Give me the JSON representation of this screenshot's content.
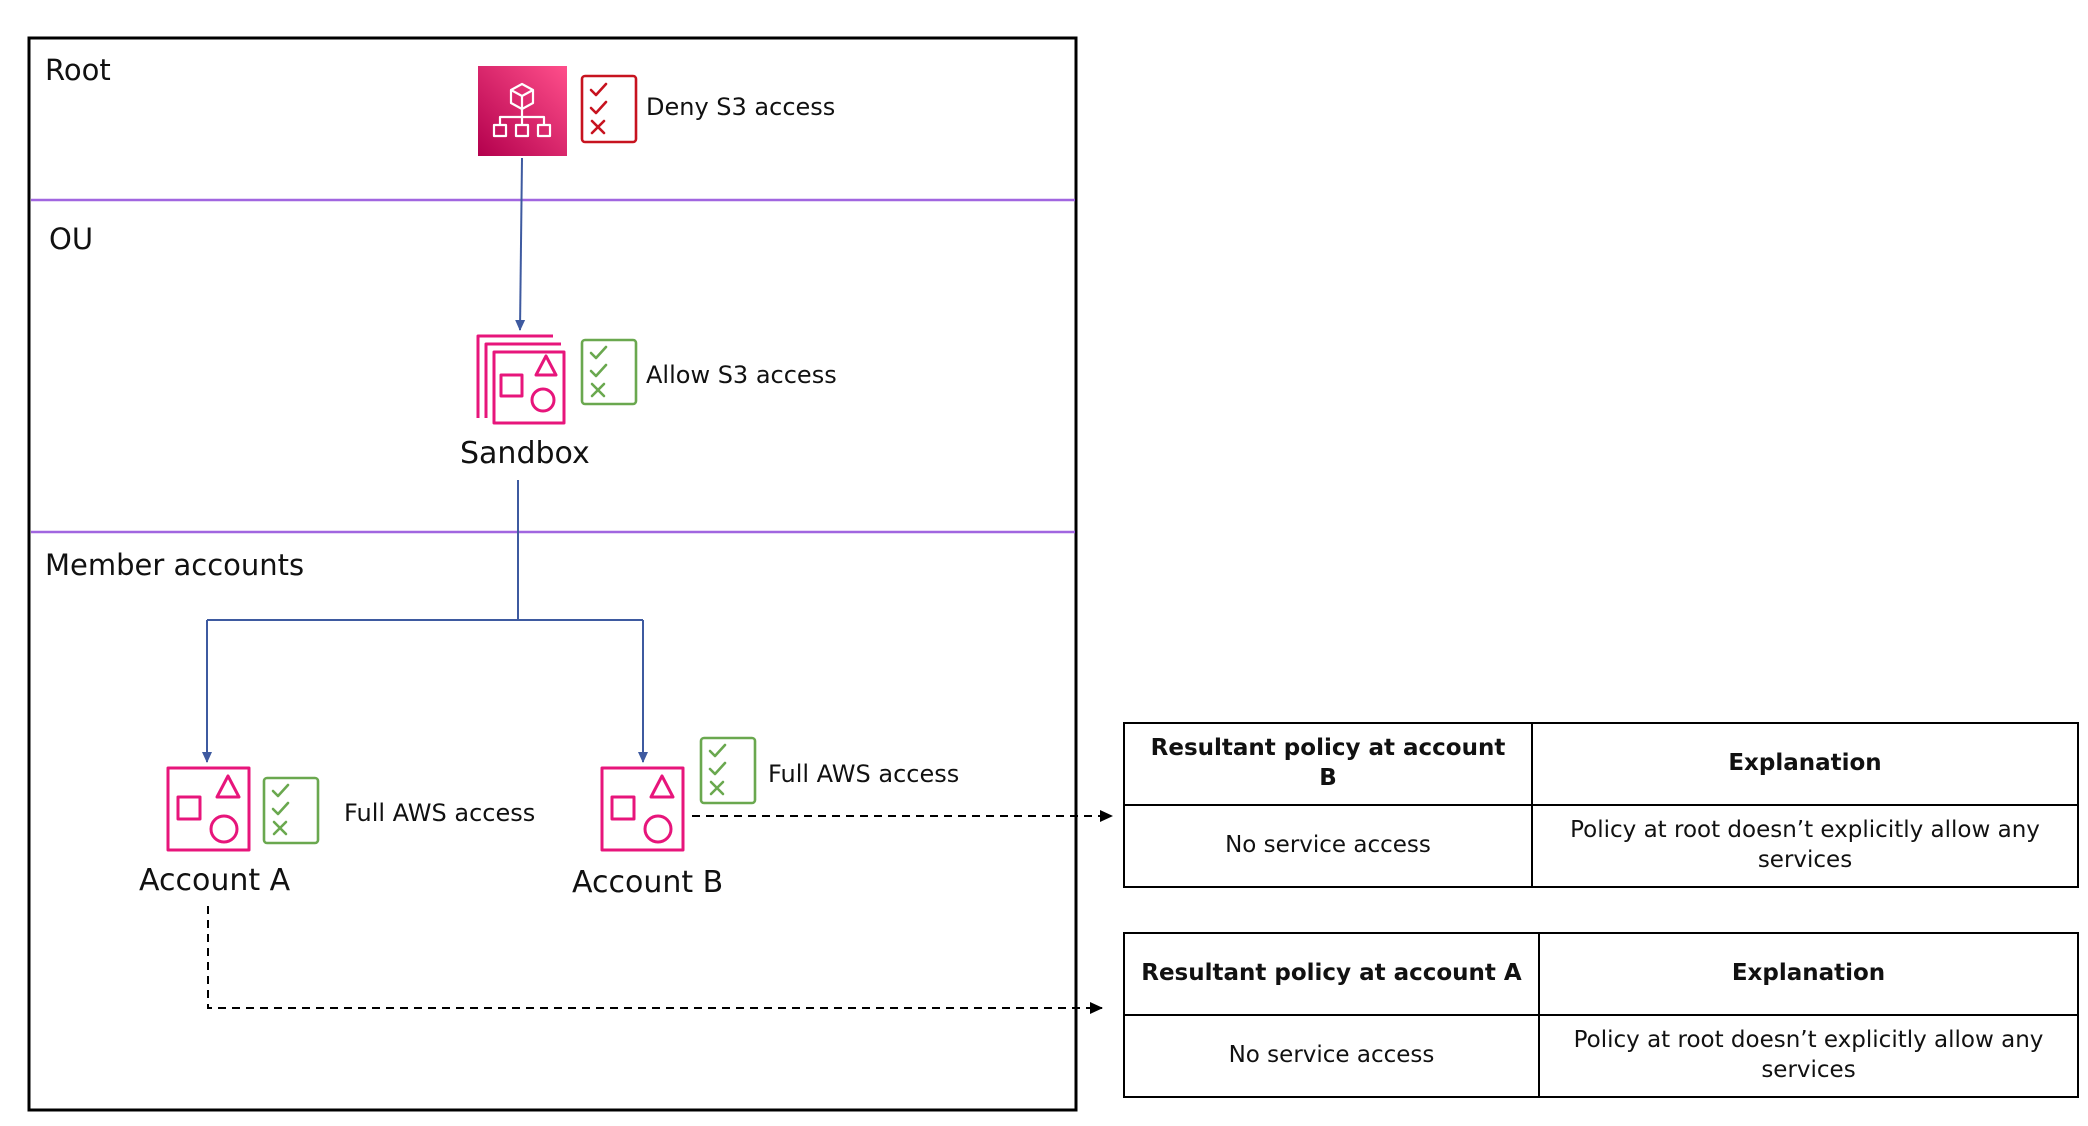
{
  "zones": {
    "root": "Root",
    "ou": "OU",
    "members": "Member accounts"
  },
  "nodes": {
    "root": {
      "icon": "organizations-icon",
      "policy": "Deny S3 access",
      "policy_icon": "deny-policy-icon"
    },
    "sandbox": {
      "label": "Sandbox",
      "icon": "organizational-unit-icon",
      "policy": "Allow S3 access",
      "policy_icon": "allow-policy-icon"
    },
    "account_a": {
      "label": "Account A",
      "icon": "account-icon",
      "policy": "Full AWS access",
      "policy_icon": "allow-policy-icon"
    },
    "account_b": {
      "label": "Account B",
      "icon": "account-icon",
      "policy": "Full AWS access",
      "policy_icon": "allow-policy-icon"
    }
  },
  "tables": {
    "account_b": {
      "col1": "Resultant policy at account B",
      "col2": "Explanation",
      "cell1": "No service access",
      "cell2": "Policy at root doesn’t explicitly allow any services"
    },
    "account_a": {
      "col1": "Resultant policy at account A",
      "col2": "Explanation",
      "cell1": "No service access",
      "cell2": "Policy at root doesn’t explicitly allow any services"
    }
  },
  "colors": {
    "pink": "#e7157b",
    "deny_red": "#c7131f",
    "allow_green": "#6aa84f",
    "connector": "#3e5aa0",
    "zone_divider": "#a166e0"
  }
}
